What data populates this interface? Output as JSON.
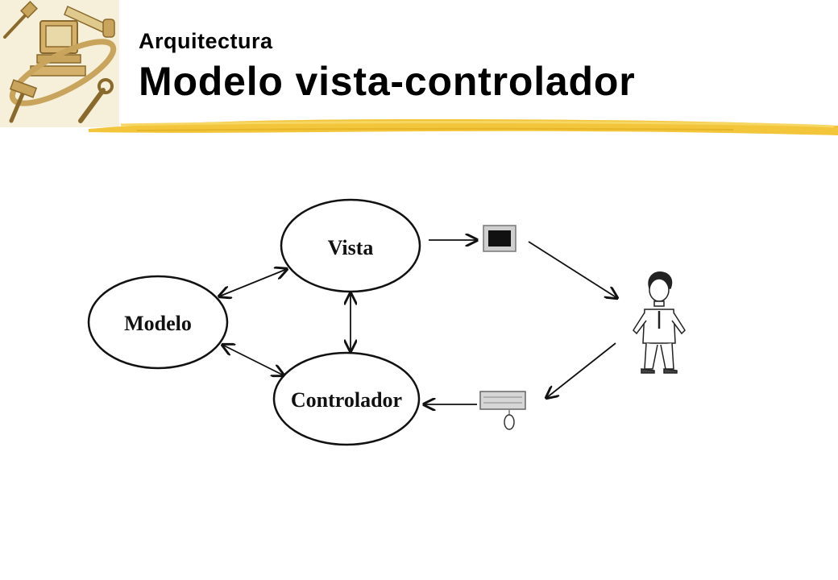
{
  "slide": {
    "subtitle": "Arquitectura",
    "title": "Modelo vista-controlador"
  },
  "diagram": {
    "nodes": {
      "vista": "Vista",
      "modelo": "Modelo",
      "controlador": "Controlador"
    },
    "edges": [
      {
        "from": "modelo",
        "to": "vista",
        "bidirectional": true
      },
      {
        "from": "modelo",
        "to": "controlador",
        "bidirectional": true
      },
      {
        "from": "vista",
        "to": "controlador",
        "bidirectional": true
      },
      {
        "from": "vista",
        "to": "screen-icon"
      },
      {
        "from": "screen-icon",
        "to": "user-figure"
      },
      {
        "from": "user-figure",
        "to": "keyboard-icon"
      },
      {
        "from": "keyboard-icon",
        "to": "controlador"
      }
    ],
    "icons": [
      "screen-icon",
      "user-figure-icon",
      "keyboard-mouse-icon"
    ]
  },
  "colors": {
    "accent_gold": "#f2c53a",
    "logo_tan": "#c8a45c",
    "logo_bg": "#f6efd9"
  }
}
